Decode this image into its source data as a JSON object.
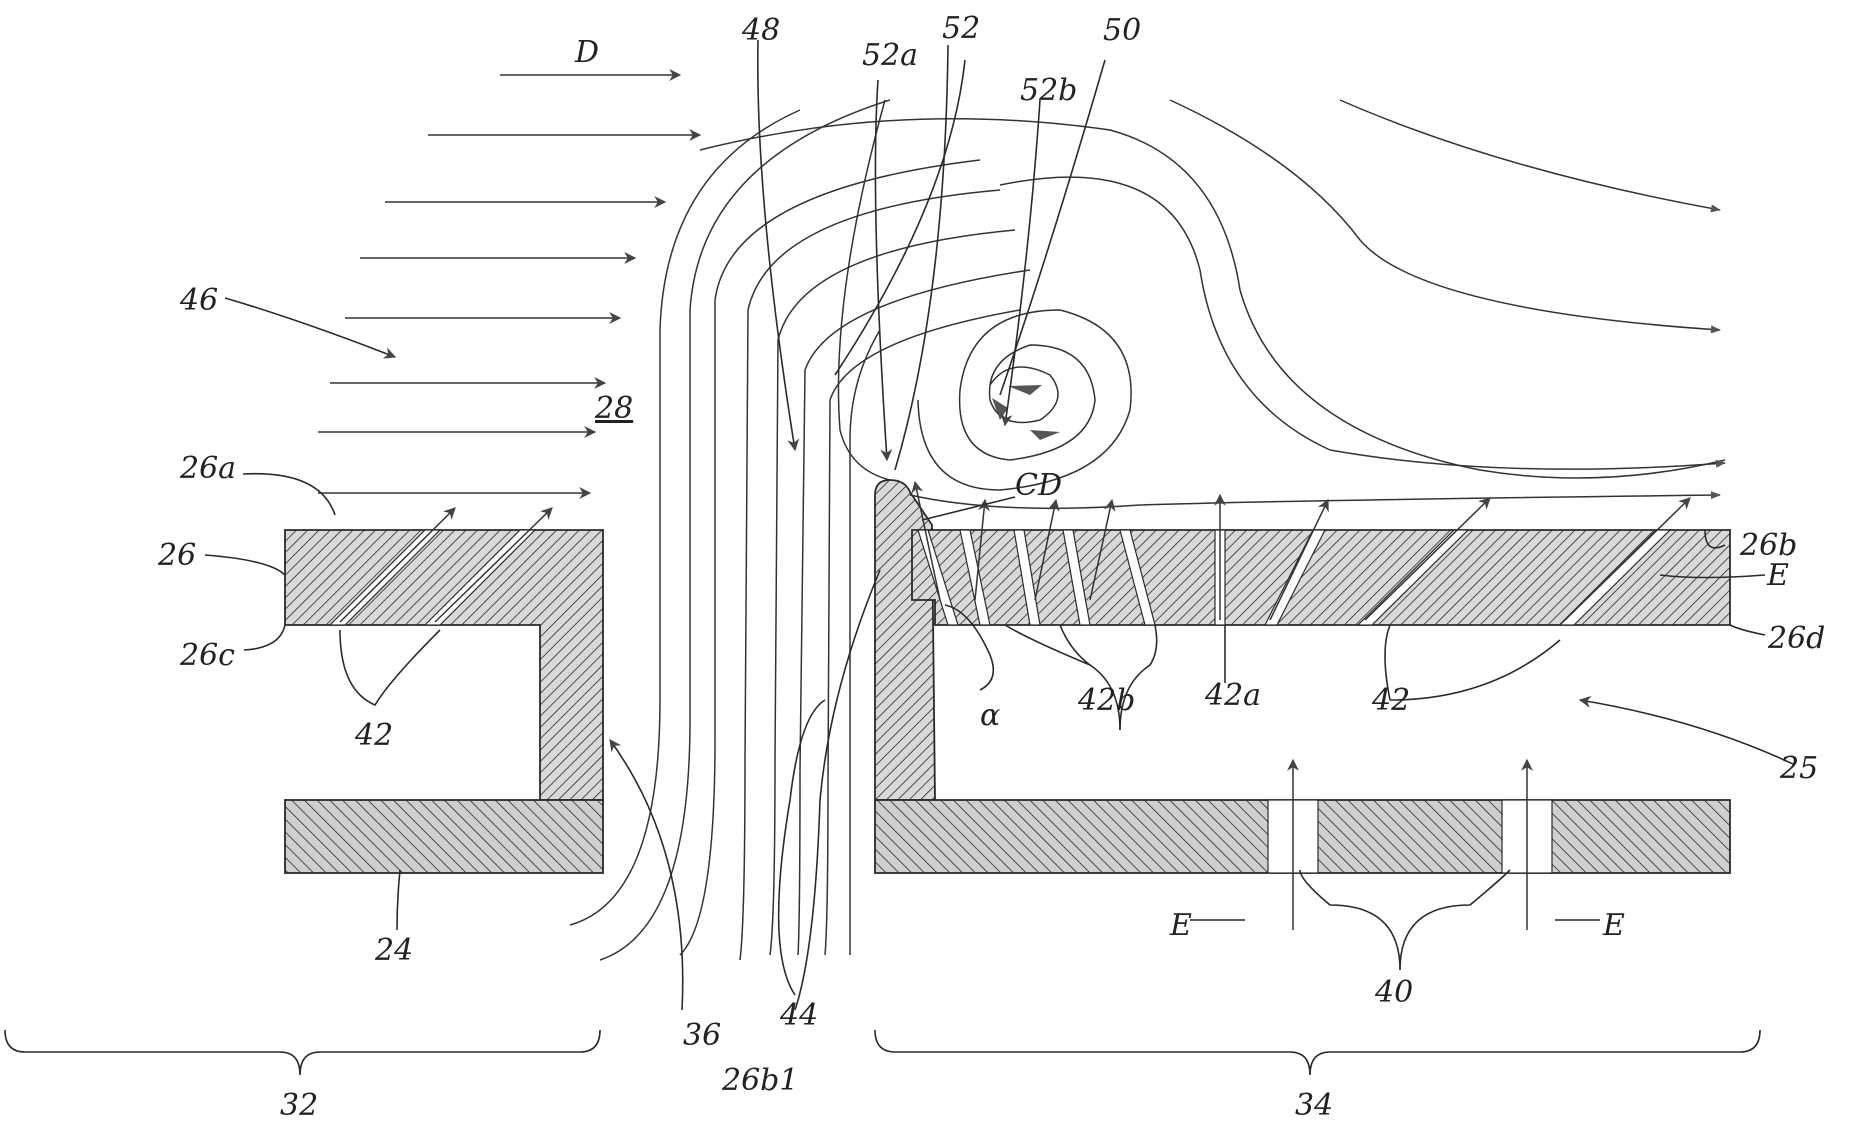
{
  "labels": {
    "l_D": "D",
    "l_48": "48",
    "l_52a": "52a",
    "l_52": "52",
    "l_52b": "52b",
    "l_50": "50",
    "l_46": "46",
    "l_28": "28",
    "l_26a": "26a",
    "l_26": "26",
    "l_26c": "26c",
    "l_42_left": "42",
    "l_CD": "CD",
    "l_26b": "26b",
    "l_E_right": "E",
    "l_26d": "26d",
    "l_alpha": "α",
    "l_42b": "42b",
    "l_42a": "42a",
    "l_42_right": "42",
    "l_25": "25",
    "l_24": "24",
    "l_36": "36",
    "l_44": "44",
    "l_26b1": "26b1",
    "l_E_bottom_left": "E",
    "l_E_bottom_right": "E",
    "l_40": "40",
    "l_32": "32",
    "l_34": "34"
  },
  "colors": {
    "line": "#2a2a2a",
    "hatch_fill": "#cfcfcf",
    "background": "#ffffff"
  }
}
